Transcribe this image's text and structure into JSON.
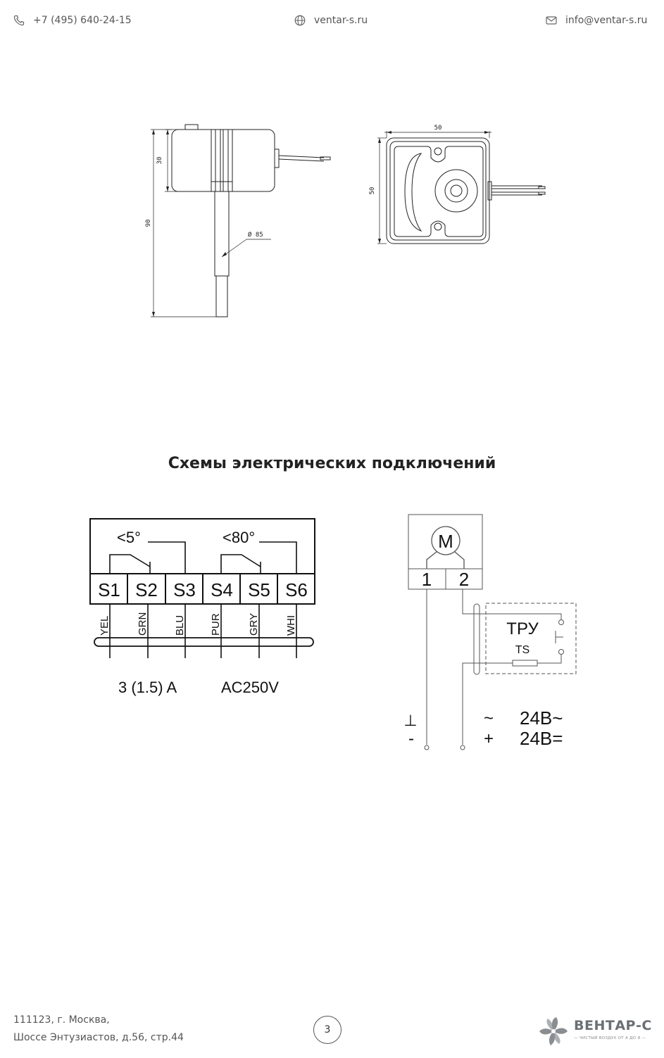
{
  "header": {
    "phone": "+7 (495) 640-24-15",
    "site": "ventar-s.ru",
    "email": "info@ventar-s.ru"
  },
  "icons": {
    "phone": "phone-icon",
    "site": "globe-icon",
    "email": "mail-icon"
  },
  "drawing": {
    "dim_height_top": "30",
    "dim_total_height": "90",
    "dim_diameter": "Ø 85",
    "dim_width": "50",
    "dim_depth": "50"
  },
  "section_title": "Схемы электрических подключений",
  "left_schematic": {
    "temp_low": "<5°",
    "temp_high": "<80°",
    "terminals": [
      "S1",
      "S2",
      "S3",
      "S4",
      "S5",
      "S6"
    ],
    "wire_colors": [
      "YEL",
      "GRN",
      "BLU",
      "PUR",
      "GRY",
      "WHI"
    ],
    "current": "3 (1.5) A",
    "voltage": "AC250V"
  },
  "right_schematic": {
    "motor": "M",
    "pins": [
      "1",
      "2"
    ],
    "tru": "ТРУ",
    "ts": "TS",
    "sym_ground": "⊥",
    "sym_minus": "-",
    "sym_tilde": "~",
    "sym_plus": "+",
    "ac": "24В~",
    "dc": "24В="
  },
  "footer": {
    "address_line1": "111123, г. Москва,",
    "address_line2": "Шоссе Энтузиастов, д.56, стр.44",
    "page": "3",
    "brand": "ВЕНТАР-С",
    "tagline": "— ЧИСТЫЙ ВОЗДУХ ОТ А ДО Я —"
  },
  "colors": {
    "text": "#555555",
    "line": "#222222",
    "logo": "#6b6f74"
  }
}
